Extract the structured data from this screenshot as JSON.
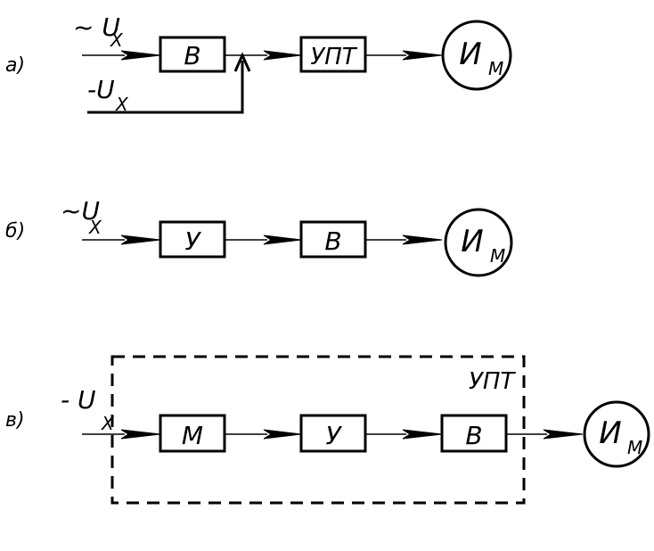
{
  "rows": {
    "a": {
      "label": "а)",
      "input_ac": "~ U",
      "input_ac_sub": "X",
      "input_dc": "-U",
      "input_dc_sub": "X",
      "block1": "В",
      "block2": "УПТ",
      "meter": "И",
      "meter_sub": "М"
    },
    "b": {
      "label": "б)",
      "input_ac": "~U",
      "input_ac_sub": "X",
      "block1": "У",
      "block2": "В",
      "meter": "И",
      "meter_sub": "М"
    },
    "c": {
      "label": "в)",
      "input_dc": "- U",
      "input_dc_sub": "X",
      "group_label": "УПТ",
      "block1": "М",
      "block2": "У",
      "block3": "В",
      "meter": "И",
      "meter_sub": "М"
    }
  }
}
